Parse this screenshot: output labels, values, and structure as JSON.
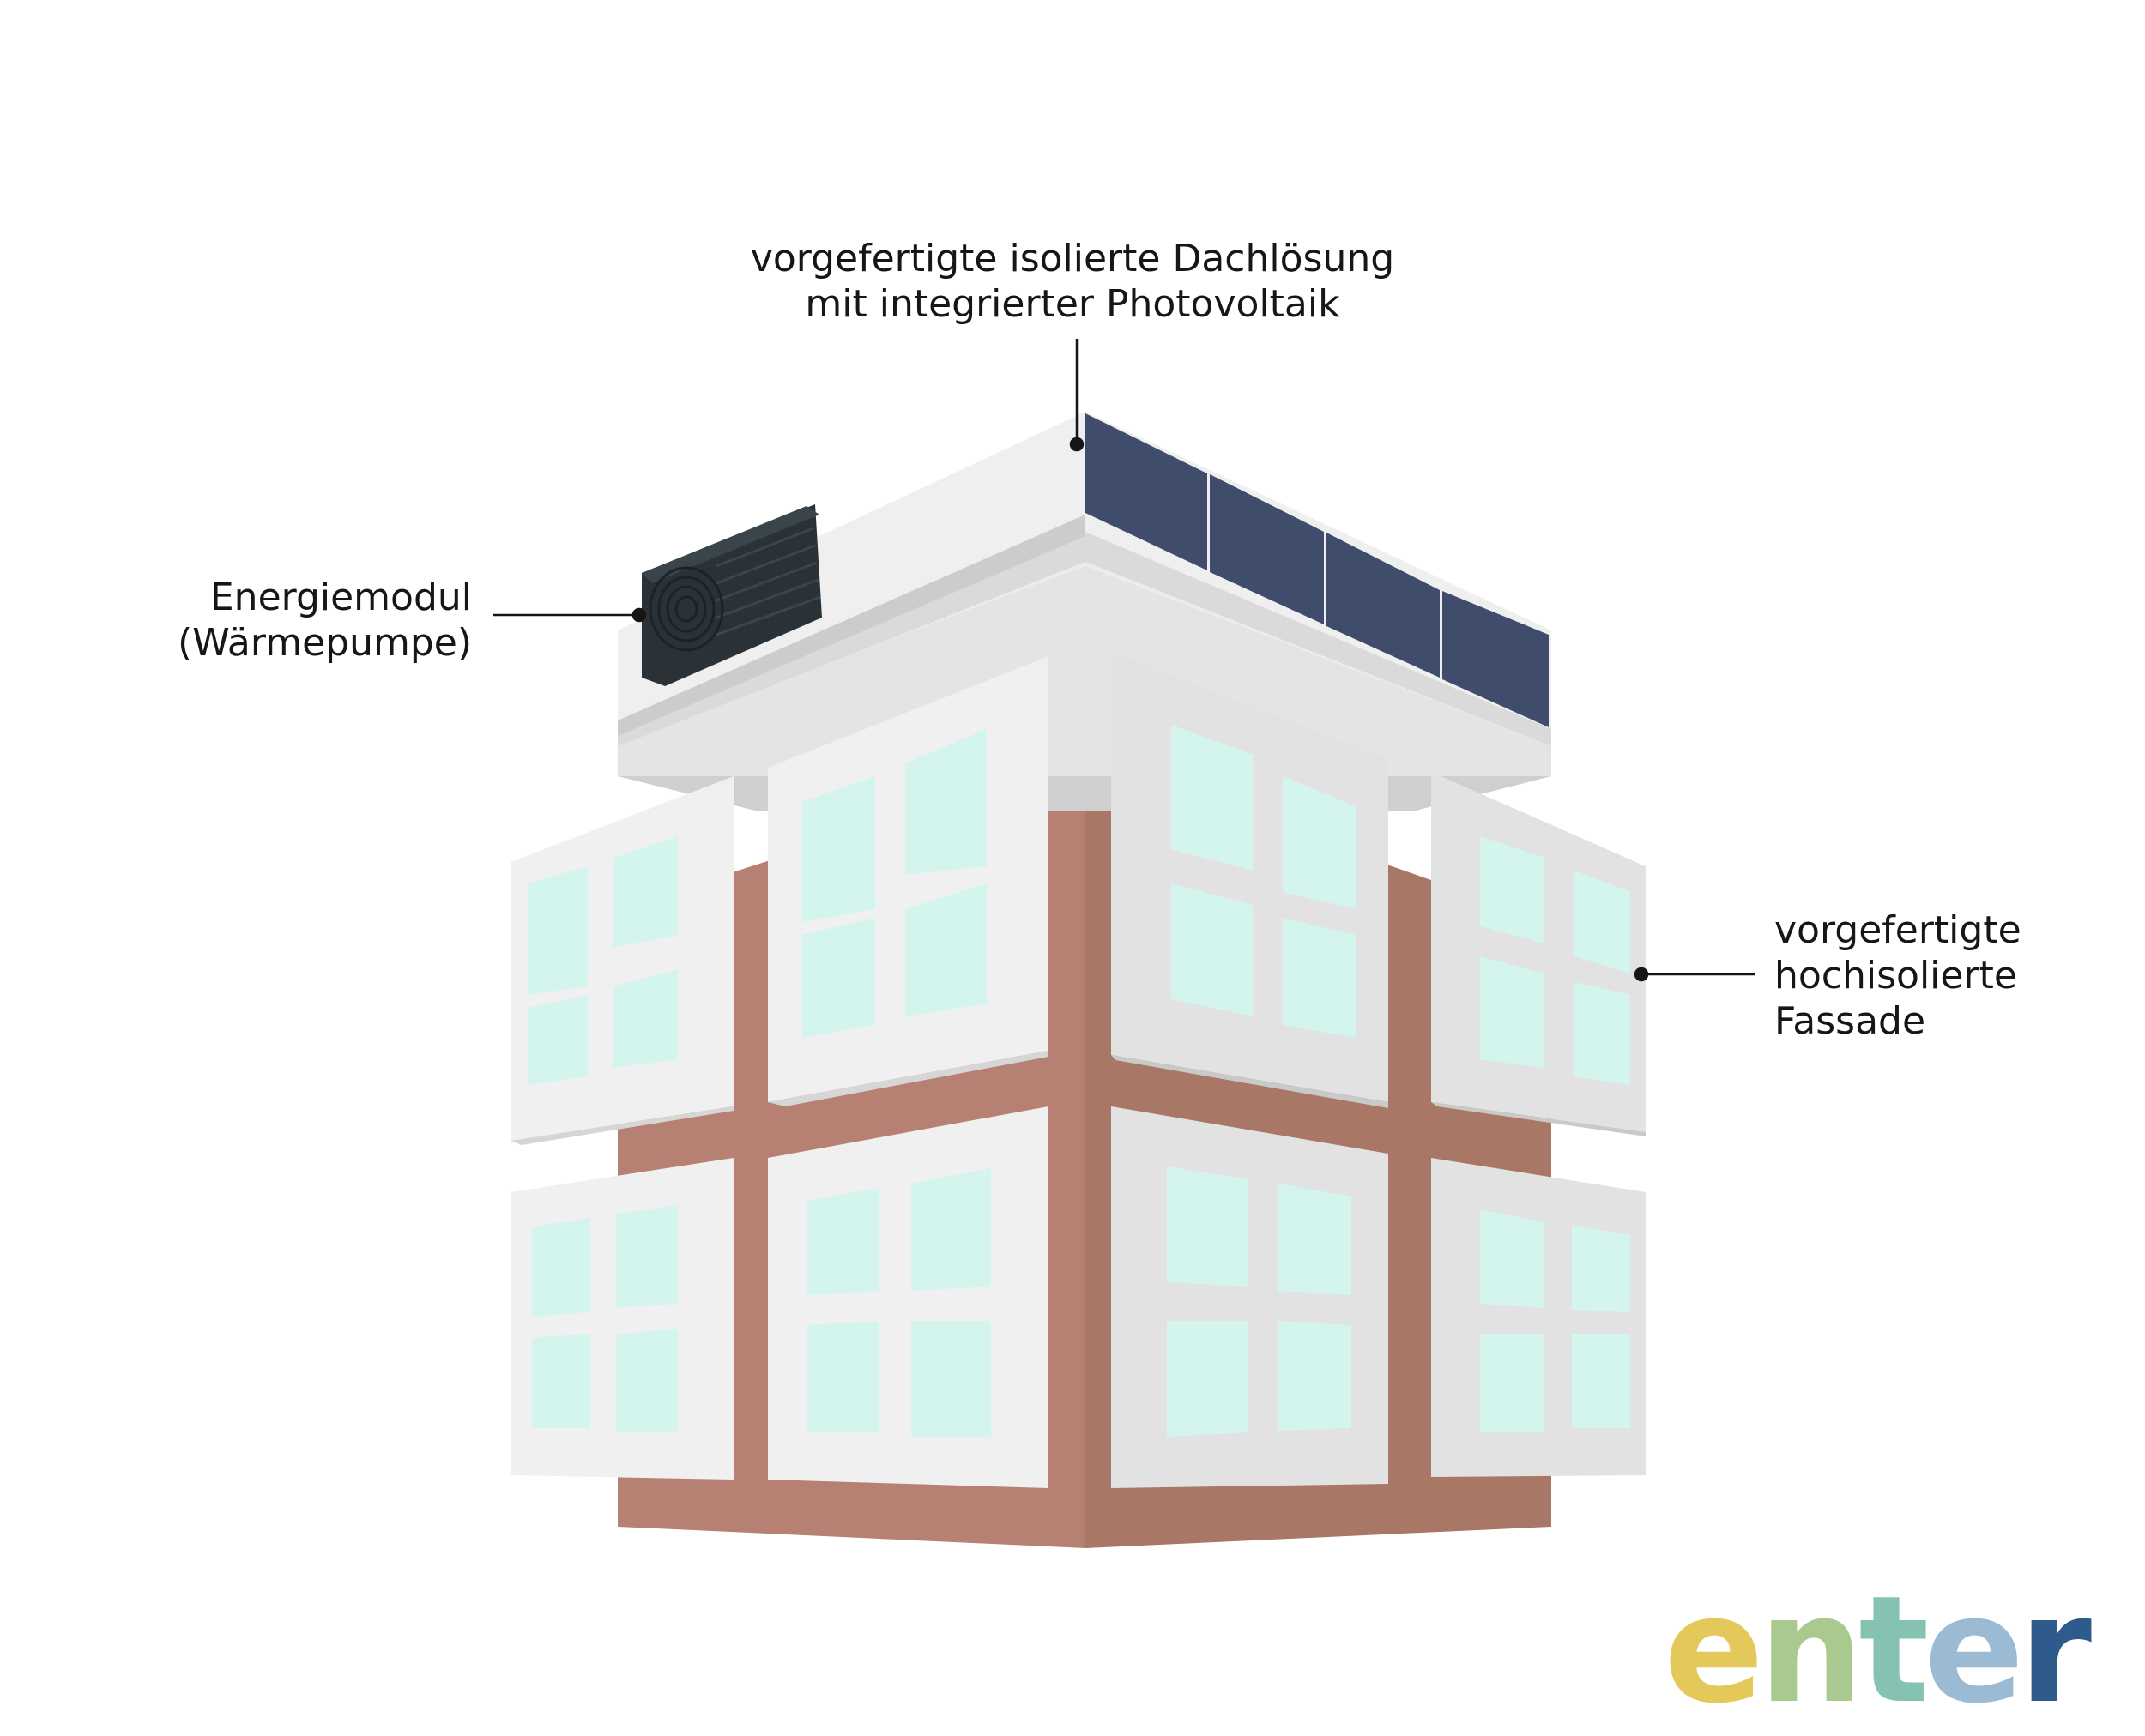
{
  "labels": {
    "roof": [
      "vorgefertigte  isolierte Dachlösung",
      "mit integrierter Photovoltaik"
    ],
    "energy": [
      "Energiemodul",
      "(Wärmepumpe)"
    ],
    "facade": [
      "vorgefertigte",
      "hochisolierte",
      "Fassade"
    ]
  },
  "logo": {
    "letters": [
      "e",
      "n",
      "t",
      "e",
      "r"
    ],
    "colors": [
      "#e4c85a",
      "#a9c98e",
      "#86c2b2",
      "#9bbad3",
      "#2f5a8c"
    ]
  },
  "colors": {
    "brick_left": "#b68172",
    "brick_right": "#a97766",
    "panel_light": "#f0f0f0",
    "panel_side": "#e2e2e2",
    "glass": "#d3f5ee",
    "roof_slab": "#d6d6d6",
    "solar": "#3f4c6b",
    "heatpump": "#2a3238"
  }
}
